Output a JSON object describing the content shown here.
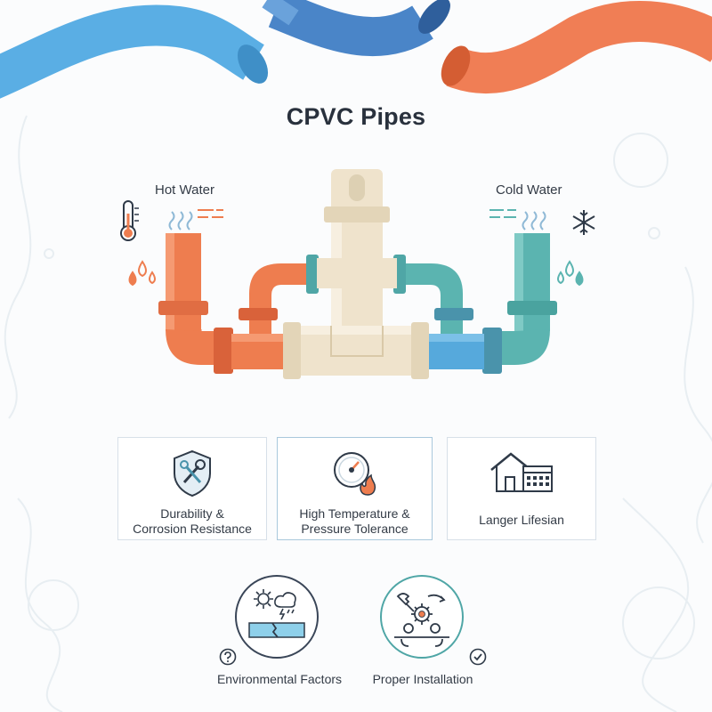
{
  "title": "CPVC Pipes",
  "hot_label": "Hot Water",
  "cold_label": "Cold Water",
  "cards": [
    {
      "line1": "Durability &",
      "line2": "Corrosion Resistance",
      "icon": "shield-tools-icon"
    },
    {
      "line1": "High Temperature &",
      "line2": "Pressure Tolerance",
      "icon": "gauge-flame-icon"
    },
    {
      "line1": "Langer Lifesian",
      "line2": "",
      "icon": "house-calendar-icon"
    }
  ],
  "factors": [
    {
      "label": "Environmental Factors",
      "icon": "weather-crack-icon",
      "badge": "question-icon"
    },
    {
      "label": "Proper Installation",
      "icon": "tools-gears-icon",
      "badge": "check-icon"
    }
  ],
  "colors": {
    "hot": "#ee7d4f",
    "hot_dark": "#d9623a",
    "cold": "#5bb4b0",
    "cold_dark": "#4a93ab",
    "blue_pipe": "#56a9dc",
    "cream": "#efe3cc",
    "cream_dark": "#d9c9a8",
    "top_blue": "#5aaee4",
    "top_darkblue": "#3f78b8",
    "top_orange": "#f07e55"
  }
}
